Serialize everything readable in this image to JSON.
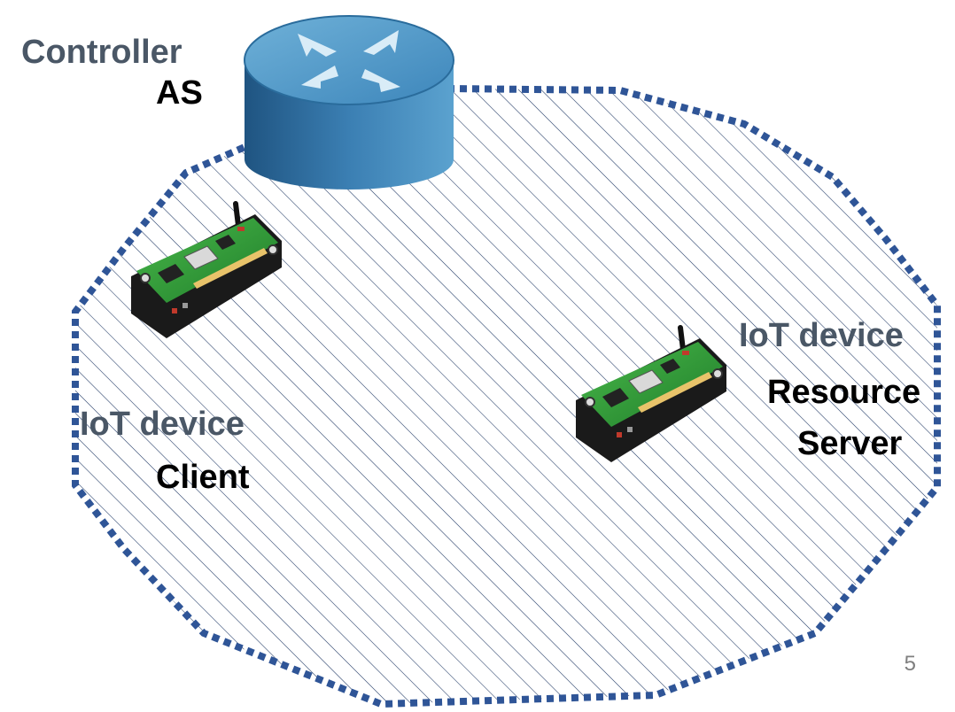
{
  "colors": {
    "boundary": "#2f5597",
    "hatch": "#1f3864",
    "role_text": "#4a5766",
    "name_text": "#000000",
    "router_top": "#4f93c2",
    "router_side": "#2d6a98",
    "board_green": "#2e9e2e",
    "board_black": "#1a1a1a"
  },
  "controller": {
    "role": "Controller",
    "name": "AS",
    "icon": "router-icon"
  },
  "client": {
    "role": "IoT device",
    "name": "Client",
    "icon": "iot-board-icon"
  },
  "server": {
    "role": "IoT device",
    "name_line1": "Resource",
    "name_line2": "Server",
    "icon": "iot-board-icon"
  },
  "page_number": "5"
}
